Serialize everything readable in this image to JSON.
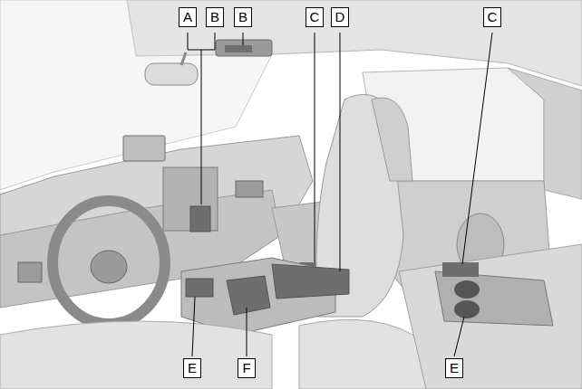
{
  "diagram": {
    "labels": [
      "A",
      "B",
      "B",
      "C",
      "D",
      "C",
      "E",
      "F",
      "E"
    ]
  }
}
